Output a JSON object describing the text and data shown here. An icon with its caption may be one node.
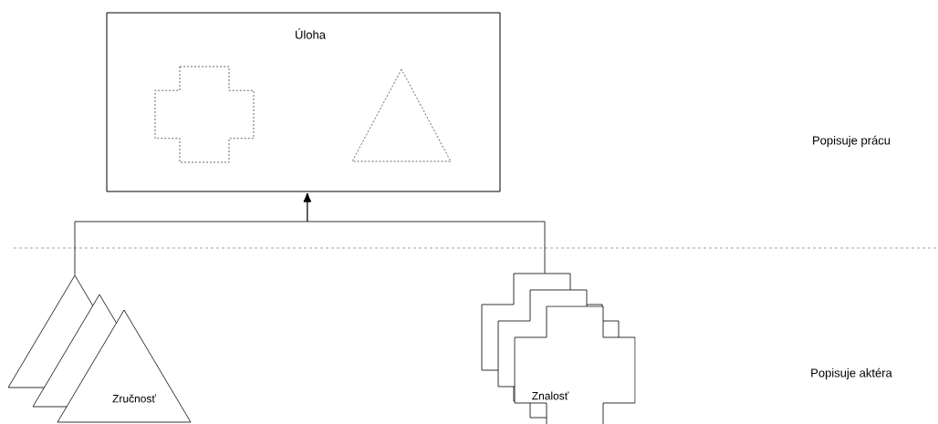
{
  "diagram": {
    "nodes": [
      {
        "text": [
          "Úloha"
        ]
      },
      {
        "text": [],
        "shape": "cross",
        "in": 0
      },
      {
        "text": [],
        "shape": "triangle",
        "in": 0
      },
      {
        "text": [
          "Zručnosť"
        ]
      },
      {
        "text": [
          "Znalosť"
        ]
      }
    ],
    "edges": [
      {
        "from": 3,
        "to": 0,
        "arrow": "to"
      },
      {
        "from": 4,
        "to": 0,
        "arrow": "to"
      }
    ],
    "labels": [
      "Popisuje prácu",
      "Popisuje aktéra"
    ]
  }
}
